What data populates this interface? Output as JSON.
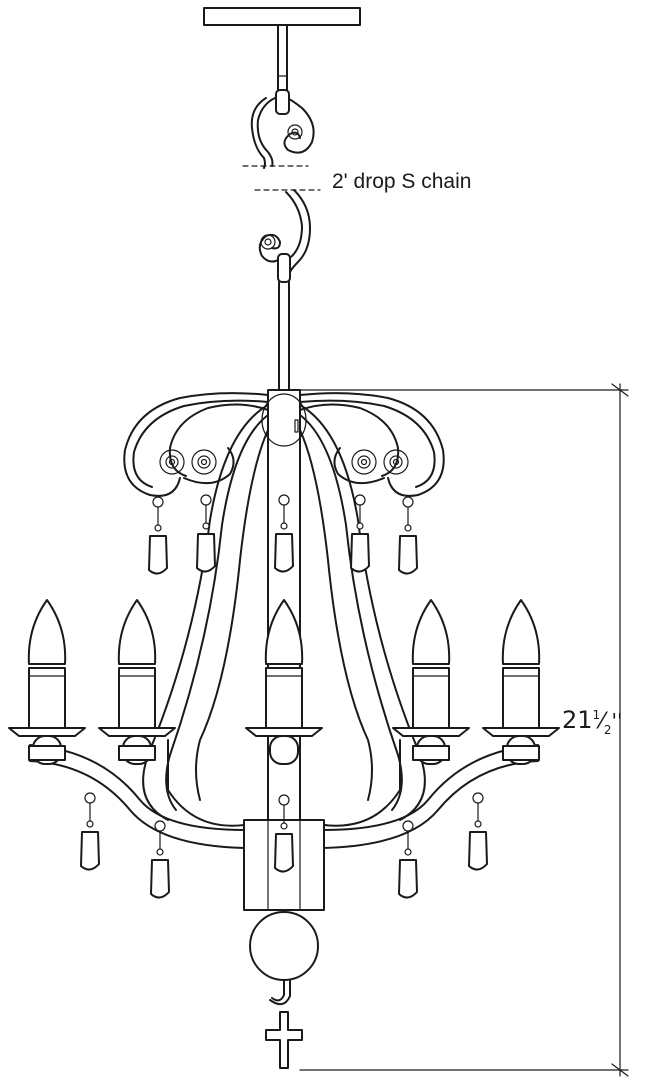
{
  "labels": {
    "chain_drop": "2' drop S chain",
    "height_whole": "21",
    "height_num": "1",
    "height_den": "2",
    "height_unit": "''"
  }
}
